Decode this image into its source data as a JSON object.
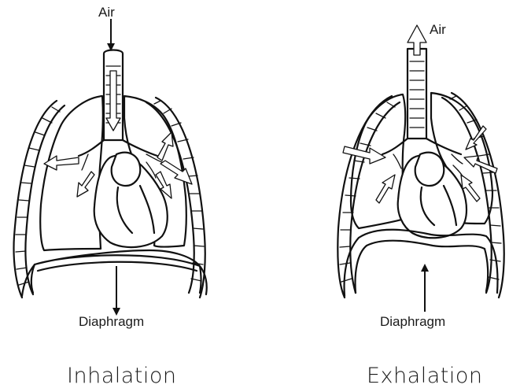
{
  "inhalation": {
    "air_label": "Air",
    "diaphragm_label": "Diaphragm",
    "title": "Inhalation"
  },
  "exhalation": {
    "air_label": "Air",
    "diaphragm_label": "Diaphragm",
    "title": "Exhalation"
  },
  "colors": {
    "line": "#111111",
    "background": "#ffffff"
  }
}
